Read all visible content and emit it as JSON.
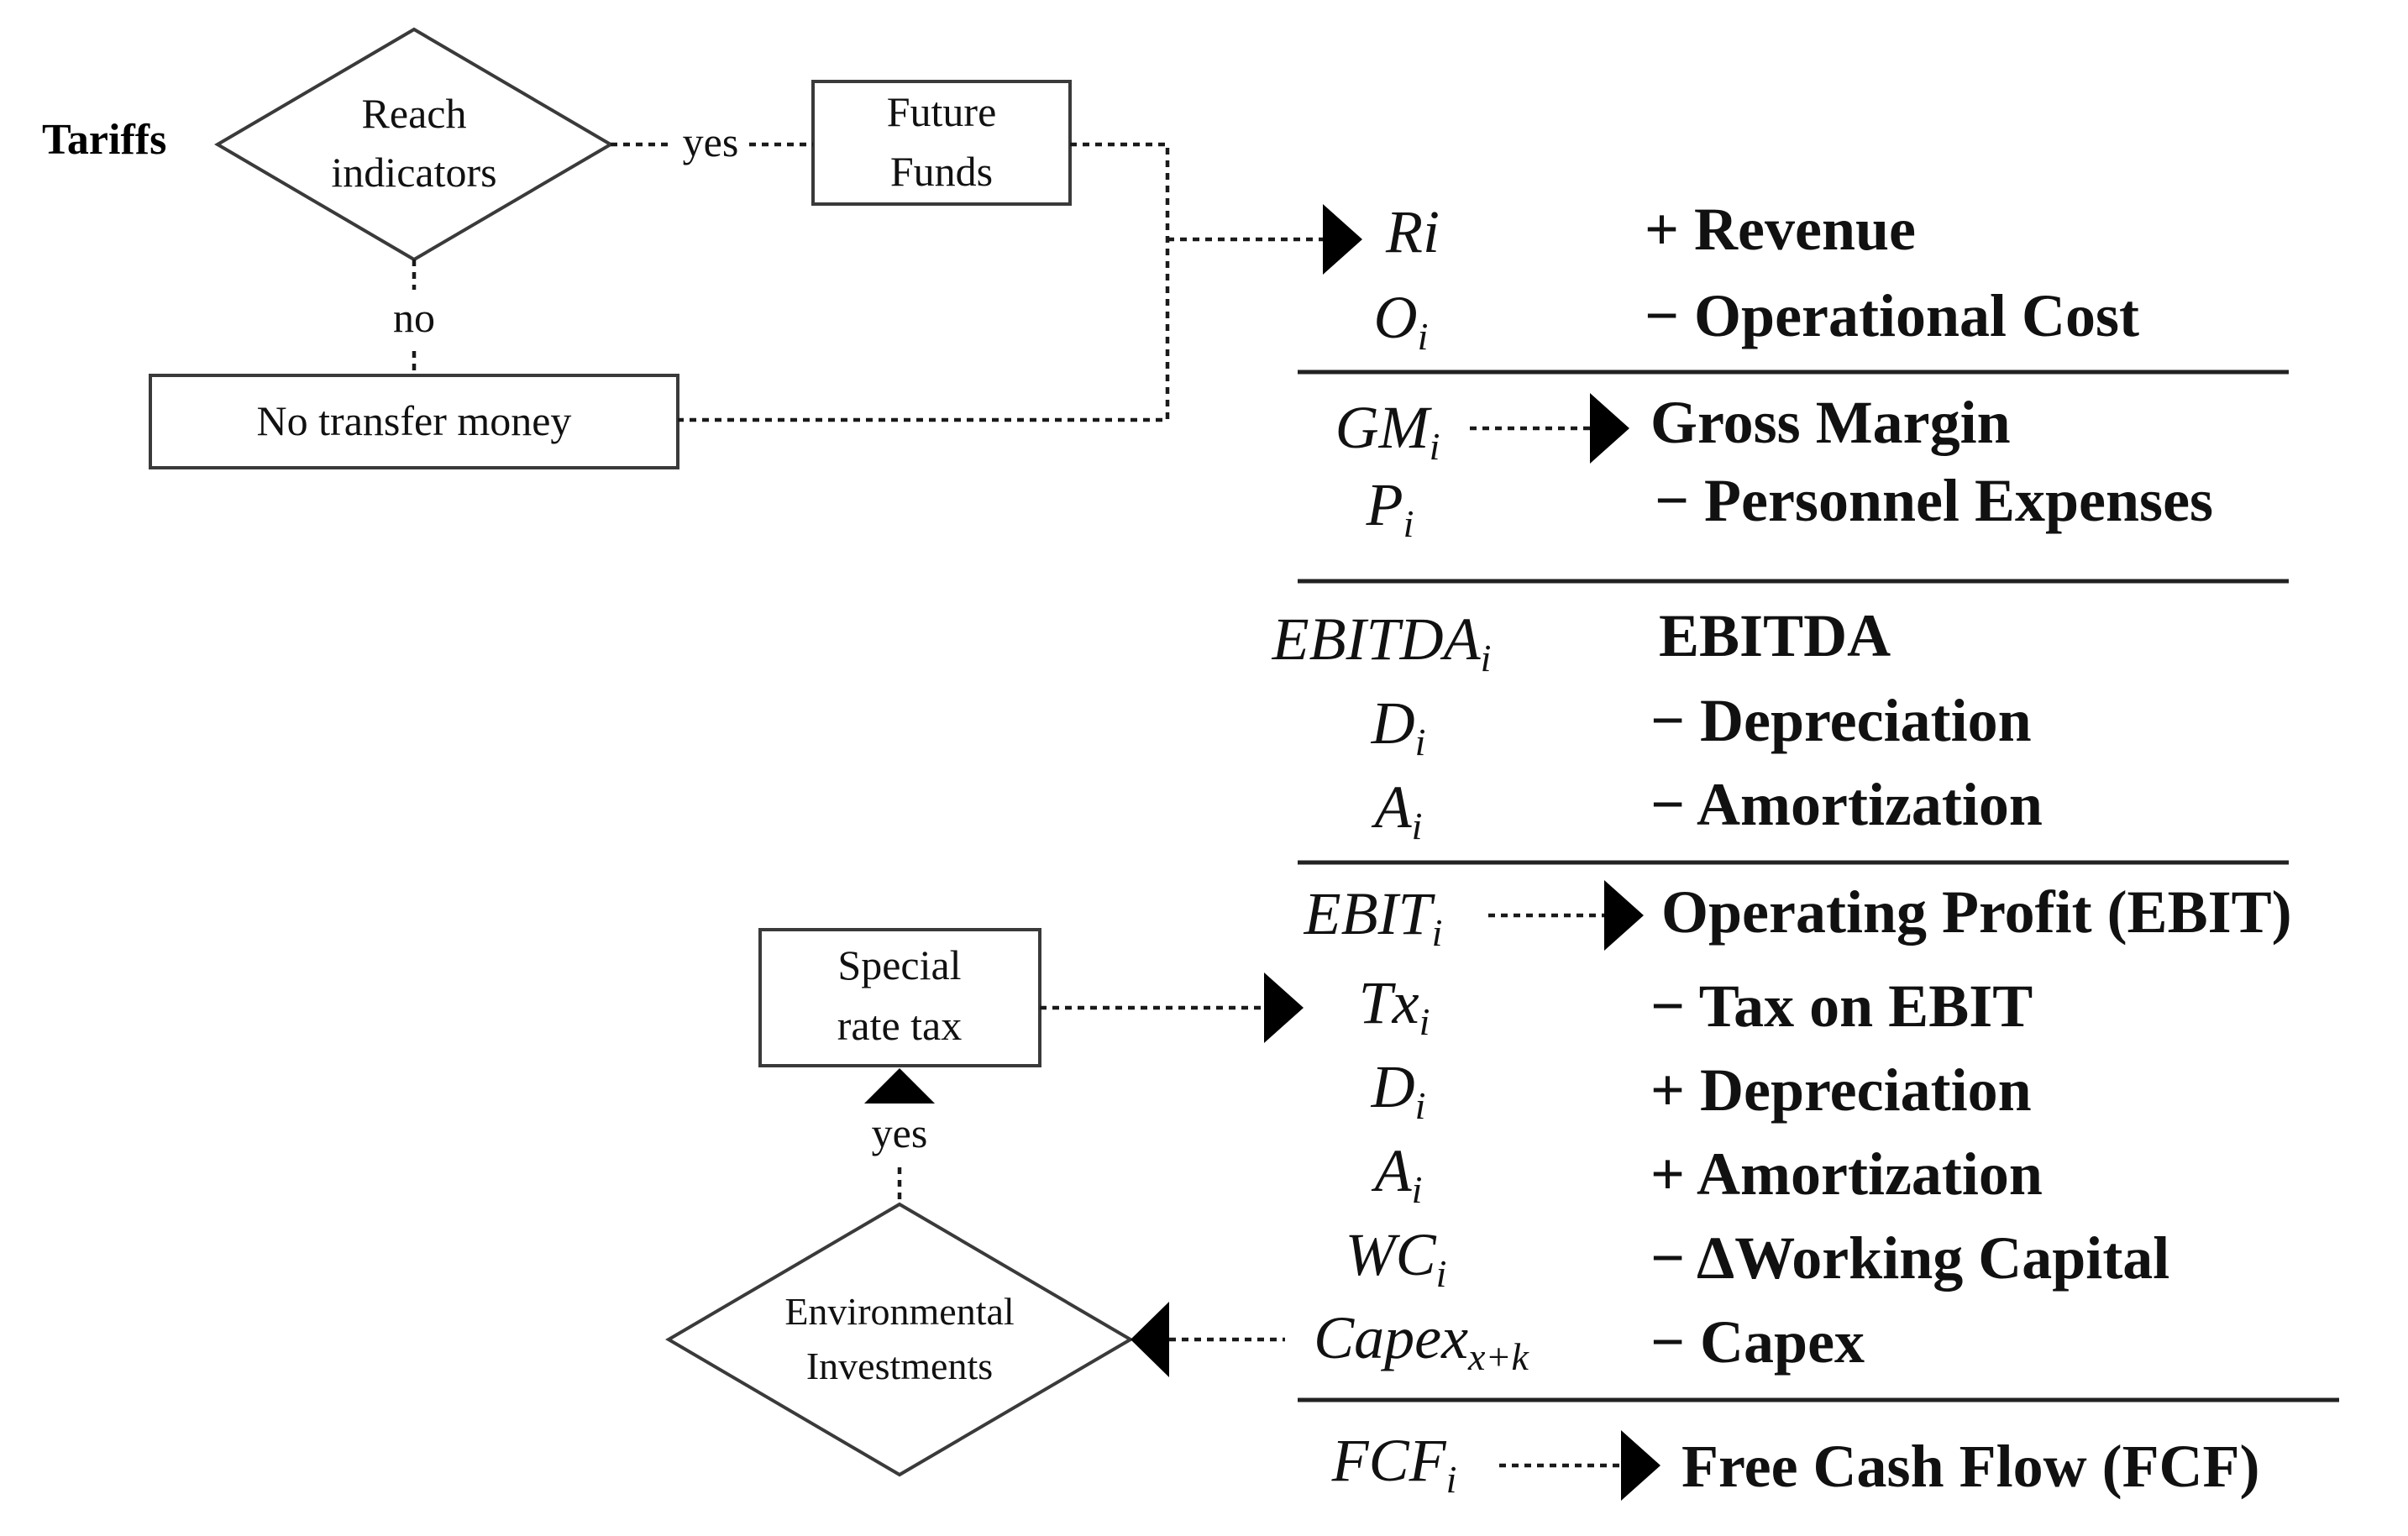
{
  "left_flow": {
    "tariffs_label": "Tariffs",
    "reach_indicators": [
      "Reach",
      "indicators"
    ],
    "yes_label": "yes",
    "no_label": "no",
    "future_funds": [
      "Future",
      "Funds"
    ],
    "no_transfer_money": "No transfer money",
    "special_rate_tax": [
      "Special",
      "rate tax"
    ],
    "yes_label_2": "yes",
    "environmental_investments": [
      "Environmental",
      "Investments"
    ]
  },
  "statement": {
    "rows": [
      {
        "symbol": "Ri",
        "sub": "",
        "label": "+ Revenue"
      },
      {
        "symbol": "O",
        "sub": "i",
        "label": "− Operational Cost"
      },
      {
        "symbol": "GM",
        "sub": "i",
        "label": "Gross Margin"
      },
      {
        "symbol": "P",
        "sub": "i",
        "label": "− Personnel Expenses"
      },
      {
        "symbol": "EBITDA",
        "sub": "i",
        "label": "EBITDA"
      },
      {
        "symbol": "D",
        "sub": "i",
        "label": "− Depreciation"
      },
      {
        "symbol": "A",
        "sub": "i",
        "label": "− Amortization"
      },
      {
        "symbol": "EBIT",
        "sub": "i",
        "label": "Operating Profit (EBIT)"
      },
      {
        "symbol": "Tx",
        "sub": "i",
        "label": "− Tax on EBIT"
      },
      {
        "symbol": "D",
        "sub": "i",
        "label": "+ Depreciation"
      },
      {
        "symbol": "A",
        "sub": "i",
        "label": "+ Amortization"
      },
      {
        "symbol": "WC",
        "sub": "i",
        "label": "− ΔWorking Capital"
      },
      {
        "symbol": "Capex",
        "sub": "x+k",
        "label": "− Capex"
      },
      {
        "symbol": "FCF",
        "sub": "i",
        "label": "Free Cash Flow (FCF)"
      }
    ]
  }
}
